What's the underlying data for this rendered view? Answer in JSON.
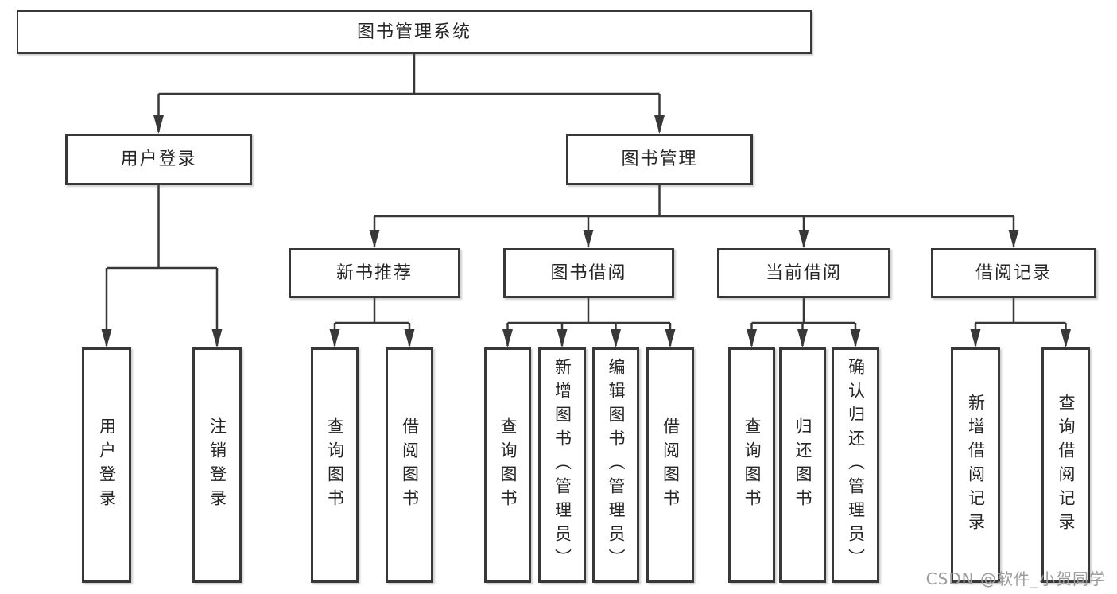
{
  "root_label": "图书管理系统",
  "user_login": {
    "label": "用户登录",
    "leaves": [
      "用户登录",
      "注销登录"
    ]
  },
  "book_mgmt": {
    "label": "图书管理",
    "sections": [
      {
        "label": "新书推荐",
        "leaves": [
          "查询图书",
          "借阅图书"
        ]
      },
      {
        "label": "图书借阅",
        "leaves": [
          "查询图书",
          "新增图书（管理员）",
          "编辑图书（管理员）",
          "借阅图书"
        ]
      },
      {
        "label": "当前借阅",
        "leaves": [
          "查询图书",
          "归还图书",
          "确认归还（管理员）"
        ]
      },
      {
        "label": "借阅记录",
        "leaves": [
          "新增借阅记录",
          "查询借阅记录"
        ]
      }
    ]
  },
  "watermark": "CSDN @软件_小贺同学",
  "colors": {
    "line": "#383838",
    "text": "#262626",
    "watermark": "#9c9c9c",
    "background": "#ffffff"
  }
}
